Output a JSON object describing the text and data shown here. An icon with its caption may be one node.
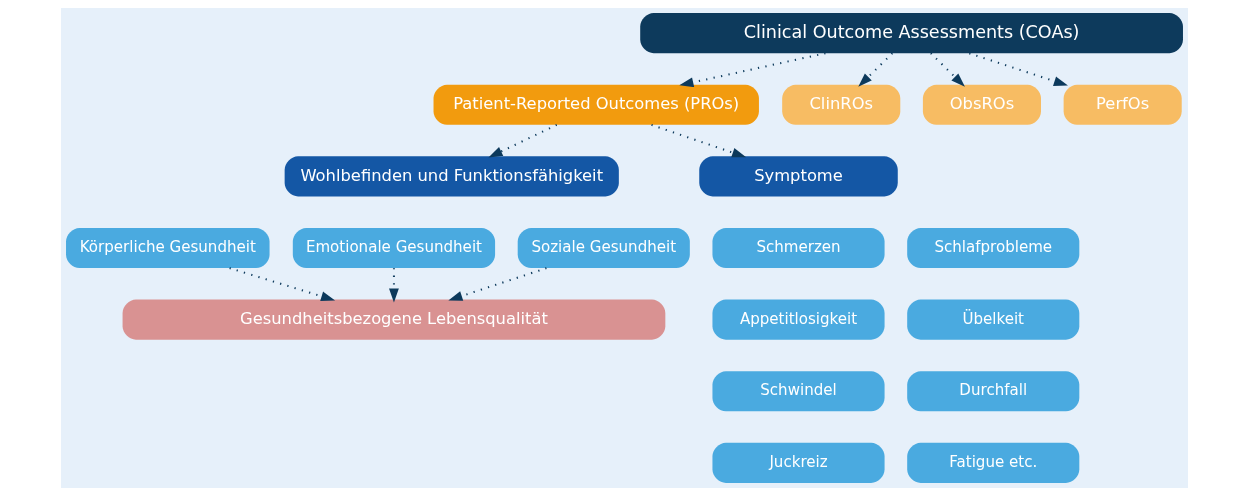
{
  "diagram": {
    "nodes": [
      {
        "text": [
          "Clinical Outcome Assessments (COAs)"
        ]
      },
      {
        "text": [
          "Patient-Reported Outcomes (PROs)"
        ]
      },
      {
        "text": [
          "ClinROs"
        ]
      },
      {
        "text": [
          "ObsROs"
        ]
      },
      {
        "text": [
          "PerfOs"
        ]
      },
      {
        "text": [
          "Wohlbefinden und Funktionsfähigkeit"
        ]
      },
      {
        "text": [
          "Symptome"
        ]
      },
      {
        "text": [
          "Körperliche Gesundheit"
        ]
      },
      {
        "text": [
          "Emotionale Gesundheit"
        ]
      },
      {
        "text": [
          "Soziale Gesundheit"
        ]
      },
      {
        "text": [
          "Gesundheitsbezogene Lebensqualität"
        ]
      },
      {
        "text": [
          "Schmerzen"
        ]
      },
      {
        "text": [
          "Schlafprobleme"
        ]
      },
      {
        "text": [
          "Appetitlosigkeit"
        ]
      },
      {
        "text": [
          "Übelkeit"
        ]
      },
      {
        "text": [
          "Schwindel"
        ]
      },
      {
        "text": [
          "Durchfall"
        ]
      },
      {
        "text": [
          "Juckreiz"
        ]
      },
      {
        "text": [
          "Fatigue etc."
        ]
      }
    ],
    "edges": [
      {
        "from": 0,
        "to": 1,
        "arrow": "to"
      },
      {
        "from": 0,
        "to": 2,
        "arrow": "to"
      },
      {
        "from": 0,
        "to": 3,
        "arrow": "to"
      },
      {
        "from": 0,
        "to": 4,
        "arrow": "to"
      },
      {
        "from": 1,
        "to": 5,
        "arrow": "to"
      },
      {
        "from": 1,
        "to": 6,
        "arrow": "to"
      },
      {
        "from": 7,
        "to": 10,
        "arrow": "to"
      },
      {
        "from": 8,
        "to": 10,
        "arrow": "to"
      },
      {
        "from": 9,
        "to": 10,
        "arrow": "to"
      }
    ]
  }
}
